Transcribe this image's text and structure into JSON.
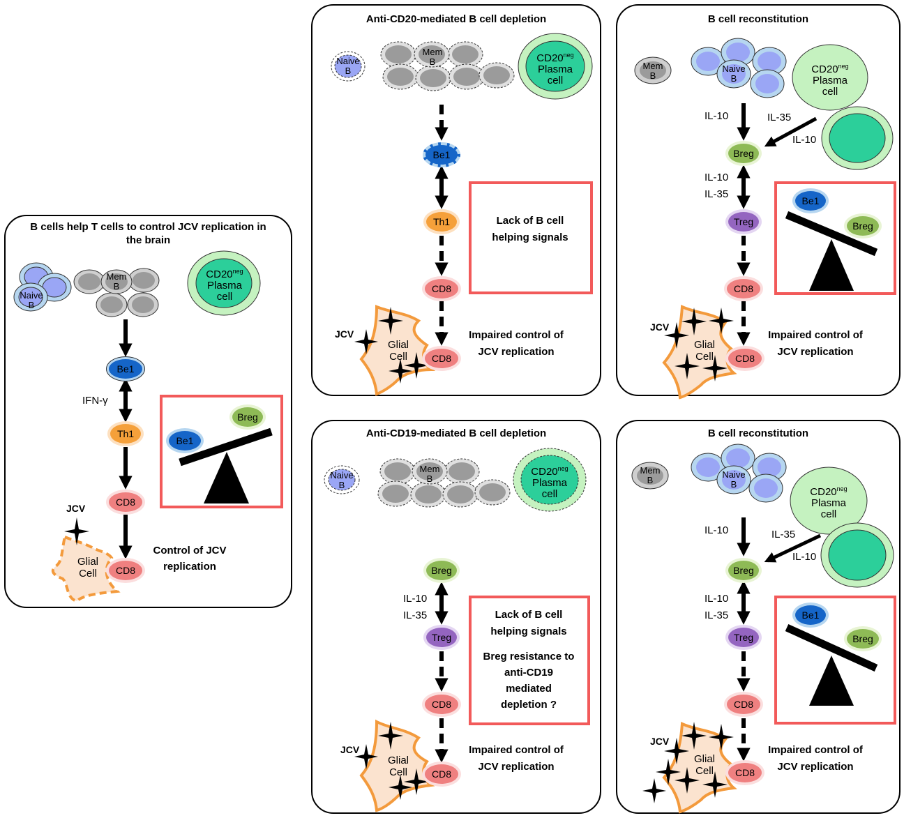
{
  "panels": {
    "left": {
      "title": "B cells help T  cells to control JCV replication in the brain",
      "naive": "Naive B",
      "mem": "Mem B",
      "plasma": "CD20neg Plasma cell",
      "plasma_sup": "neg",
      "be1": "Be1",
      "th1": "Th1",
      "cd8a": "CD8",
      "cd8b": "CD8",
      "ifn": "IFN-γ",
      "jcv": "JCV",
      "glial": "Glial Cell",
      "breg": "Breg",
      "be1_scale": "Be1",
      "outcome": "Control of JCV replication"
    },
    "cd20": {
      "title": "Anti-CD20-mediated B cell depletion",
      "naive": "Naive B",
      "mem": "Mem B",
      "plasma": "CD20neg Plasma cell",
      "be1": "Be1",
      "th1": "Th1",
      "cd8a": "CD8",
      "cd8b": "CD8",
      "jcv": "JCV",
      "glial": "Glial Cell",
      "box_text": "Lack of B cell helping signals",
      "outcome": "Impaired control of JCV replication"
    },
    "recon1": {
      "title": "B cell reconstitution",
      "naive": "Naive B",
      "mem": "Mem B",
      "plasma": "CD20neg Plasma cell",
      "il10_a": "IL-10",
      "il35_a": "IL-35",
      "il10_b": "IL-10",
      "il10_c": "IL-10",
      "il35_c": "IL-35",
      "breg": "Breg",
      "treg": "Treg",
      "cd8a": "CD8",
      "cd8b": "CD8",
      "be1_scale": "Be1",
      "breg_scale": "Breg",
      "jcv": "JCV",
      "glial": "Glial Cell",
      "outcome": "Impaired control of JCV replication"
    },
    "cd19": {
      "title": "Anti-CD19-mediated B cell depletion",
      "naive": "Naive B",
      "mem": "Mem B",
      "plasma": "CD20neg Plasma cell",
      "breg": "Breg",
      "treg": "Treg",
      "cd8a": "CD8",
      "cd8b": "CD8",
      "il10": "IL-10",
      "il35": "IL-35",
      "jcv": "JCV",
      "glial": "Glial Cell",
      "box_text1": "Lack of B cell helping signals",
      "box_text2": "Breg resistance to anti-CD19 mediated depletion ?",
      "outcome": "Impaired control of JCV replication"
    },
    "recon2": {
      "title": "B cell reconstitution",
      "naive": "Naive B",
      "mem": "Mem B",
      "plasma": "CD20neg Plasma cell",
      "il10_a": "IL-10",
      "il35_a": "IL-35",
      "il10_b": "IL-10",
      "il10_c": "IL-10",
      "il35_c": "IL-35",
      "breg": "Breg",
      "treg": "Treg",
      "cd8a": "CD8",
      "cd8b": "CD8",
      "be1_scale": "Be1",
      "breg_scale": "Breg",
      "jcv": "JCV",
      "glial": "Glial Cell",
      "outcome": "Impaired control of JCV replication"
    }
  },
  "colors": {
    "naive": "#9aa6f5",
    "naive_ring": "#b6d6f0",
    "mem": "#9b9b9b",
    "plasma_core": "#2ccf9a",
    "plasma_ring": "#c5f2c0",
    "be1": "#1565c8",
    "th1": "#f5a03a",
    "cd8": "#ef8080",
    "breg": "#8eba56",
    "treg": "#9465c0",
    "glial": "#fbe3cf",
    "glial_edge": "#f39a3c",
    "red_box": "#f25a5a"
  }
}
